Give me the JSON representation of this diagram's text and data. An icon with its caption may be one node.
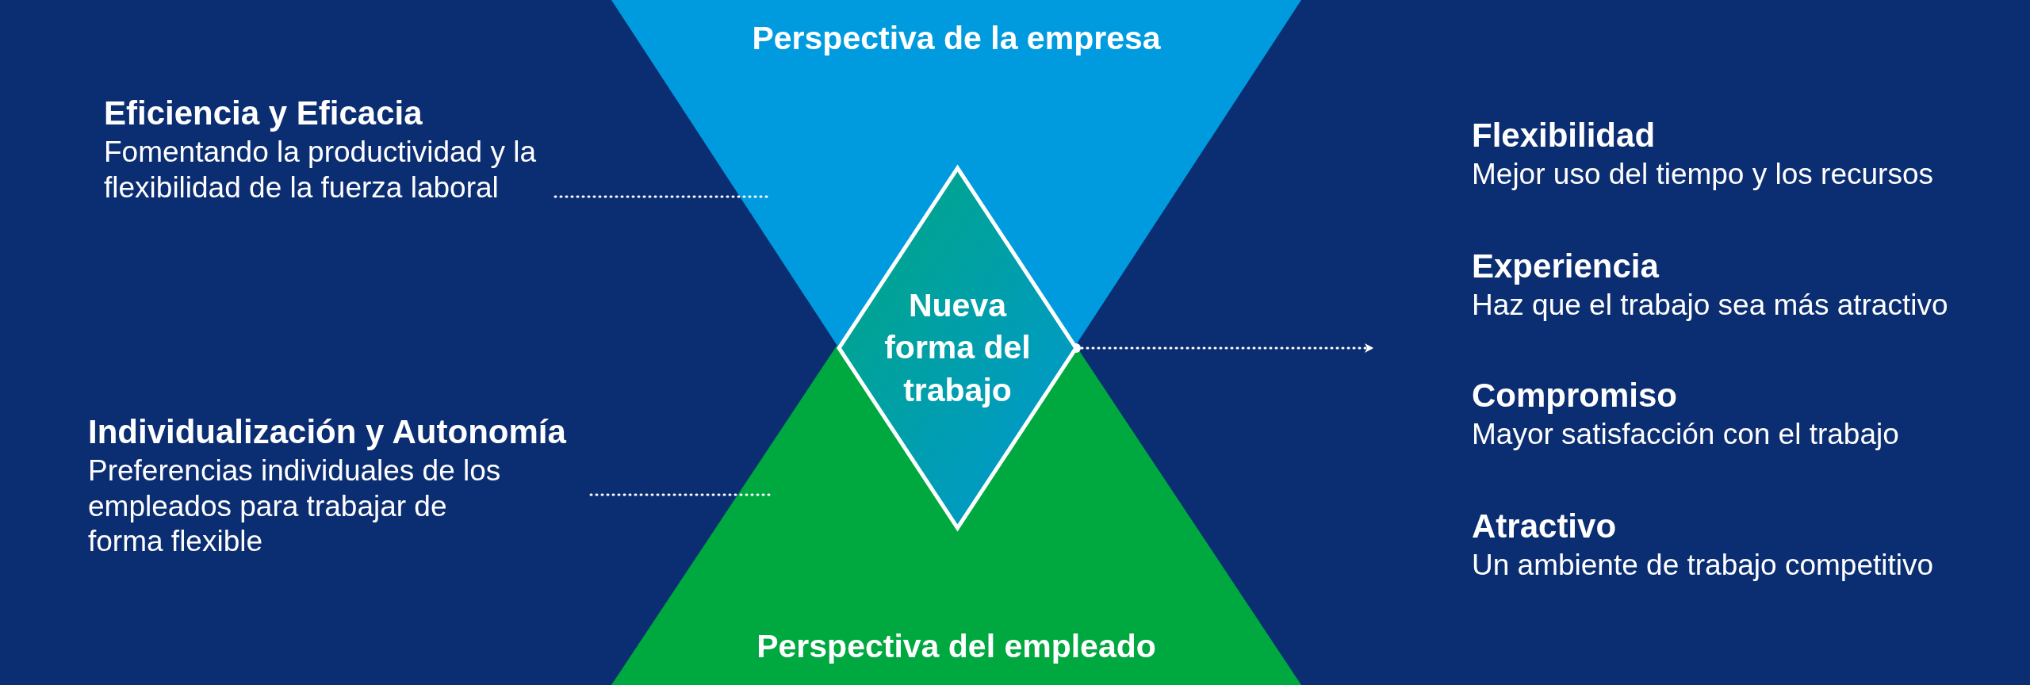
{
  "diagram": {
    "nodes": [
      {
        "text": [
          "Perspectiva de la empresa"
        ]
      },
      {
        "text": [
          "Eficiencia y Eficacia",
          "Fomentando la productividad y la flexibilidad de la fuerza laboral"
        ]
      },
      {
        "text": [
          "Individualización y Autonomía",
          "Preferencias individuales de los empleados para trabajar de forma flexible"
        ]
      },
      {
        "text": [
          "Nueva forma del trabajo"
        ]
      },
      {
        "text": [
          "Perspectiva del empleado"
        ]
      },
      {
        "text": [
          "Flexibilidad",
          "Mejor uso del tiempo y los recursos"
        ]
      },
      {
        "text": [
          "Experiencia",
          "Haz que el trabajo sea más atractivo"
        ]
      },
      {
        "text": [
          "Compromiso",
          "Mayor satisfacción con el trabajo"
        ]
      },
      {
        "text": [
          "Atractivo",
          "Un ambiente de trabajo competitivo"
        ]
      }
    ],
    "edges": [
      {
        "from": 1,
        "to": 0,
        "arrow": "none"
      },
      {
        "from": 2,
        "to": 4,
        "arrow": "none"
      },
      {
        "from": 3,
        "to": null,
        "arrow": "to"
      }
    ]
  }
}
